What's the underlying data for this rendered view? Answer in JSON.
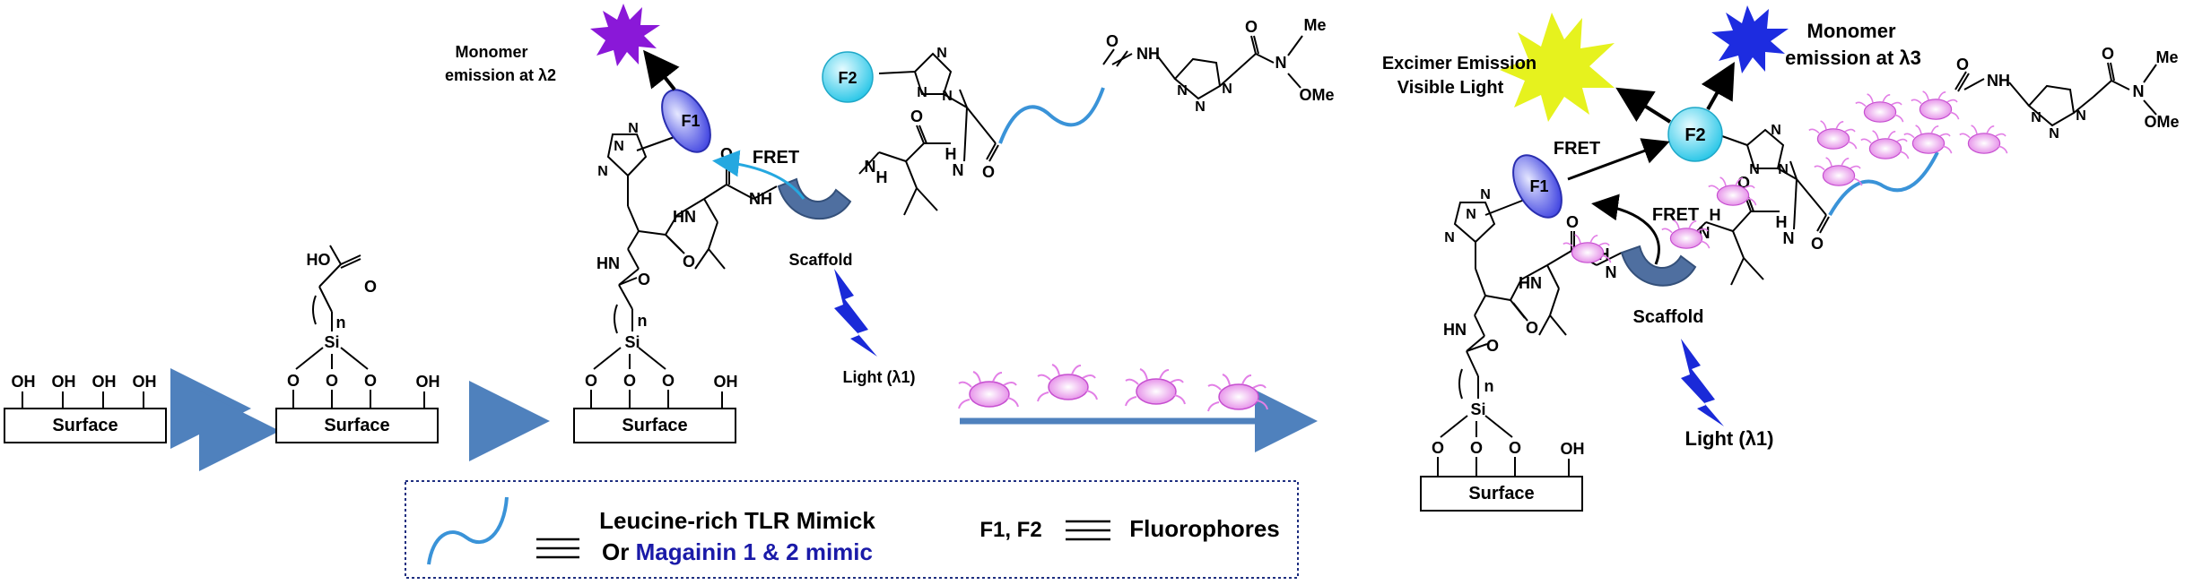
{
  "colors": {
    "surface_arrow": "#4f81bd",
    "scaffold": "#4f6fa0",
    "f1_fill": "#5b5ff0",
    "f2_fill": "#3fd8f0",
    "star_monomer_purple": "#8a18d8",
    "star_monomer_blue": "#1d2ce0",
    "star_excimer": "#e6f21e",
    "lightning": "#1a2ad8",
    "bacteria": "#e27fe6",
    "peptide_line": "#3a93d8",
    "fret_arrow": "#25a8e0",
    "legend_border": "#1f2f80",
    "magainin_text": "#1a1aa8"
  },
  "surface": {
    "label": "Surface",
    "oh": "OH",
    "o": "O",
    "si": "Si",
    "n": "n",
    "ho": "HO",
    "carbonyl_o": "O"
  },
  "panel_middle": {
    "monomer_emission_line1": "Monomer",
    "monomer_emission_line2": "emission at λ2",
    "f1": "F1",
    "f2": "F2",
    "fret": "FRET",
    "scaffold": "Scaffold",
    "light": "Light (λ1)",
    "nh": "NH",
    "hn": "HN",
    "h": "H",
    "n": "N",
    "o": "O",
    "n_label": "N",
    "me": "Me",
    "ome": "OMe"
  },
  "panel_right": {
    "excimer_line1": "Excimer Emission",
    "excimer_line2": "Visible Light",
    "monomer_line1": "Monomer",
    "monomer_line2": "emission at λ3",
    "f1": "F1",
    "f2": "F2",
    "fret1": "FRET",
    "fret2": "FRET",
    "scaffold": "Scaffold",
    "light": "Light (λ1)",
    "me": "Me",
    "ome": "OMe"
  },
  "legend": {
    "line1": "Leucine-rich TLR Mimick",
    "line2_prefix": "Or ",
    "line2_highlight": "Magainin 1 & 2 mimic",
    "fluor_label": "F1, F2",
    "fluor_meaning": "Fluorophores",
    "equiv_symbol": "≡"
  }
}
